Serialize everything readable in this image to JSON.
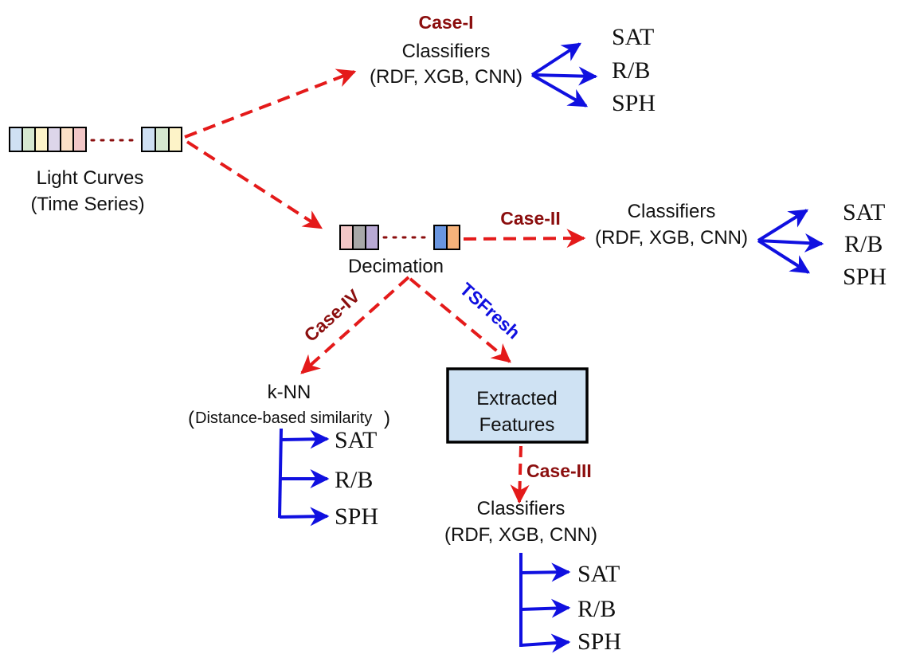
{
  "input": {
    "title": "Light Curves",
    "subtitle": "(Time Series)",
    "colors": [
      "#cfe0f3",
      "#d6e8d0",
      "#fdf3c8",
      "#ddd6ea",
      "#fbe0c6",
      "#f2c7c7"
    ],
    "tail_colors": [
      "#cfe0f3",
      "#d6e8d0",
      "#fdf3c8"
    ]
  },
  "decimation": {
    "label": "Decimation",
    "colors": [
      "#f2c7c7",
      "#a8a8a8",
      "#b8a9d4"
    ],
    "tail_colors": [
      "#6a96e0",
      "#f5b27a"
    ]
  },
  "cases": {
    "case1": "Case-I",
    "case2": "Case-II",
    "case3": "Case-III",
    "case4": "Case-IV",
    "tsfresh": "TSFresh"
  },
  "classifiers": {
    "title": "Classifiers",
    "subtitle": "(RDF, XGB, CNN)"
  },
  "knn": {
    "title": "k-NN",
    "subtitle": "Distance-based similarity",
    "open_paren": "(",
    "close_paren": ")"
  },
  "features": {
    "line1": "Extracted",
    "line2": "Features"
  },
  "outputs": [
    "SAT",
    "R/B",
    "SPH"
  ],
  "colors": {
    "red_arrow": "#e41a1a",
    "dark_red": "#8b0e0e",
    "blue": "#1010e0",
    "box_fill": "#cfe2f3"
  }
}
